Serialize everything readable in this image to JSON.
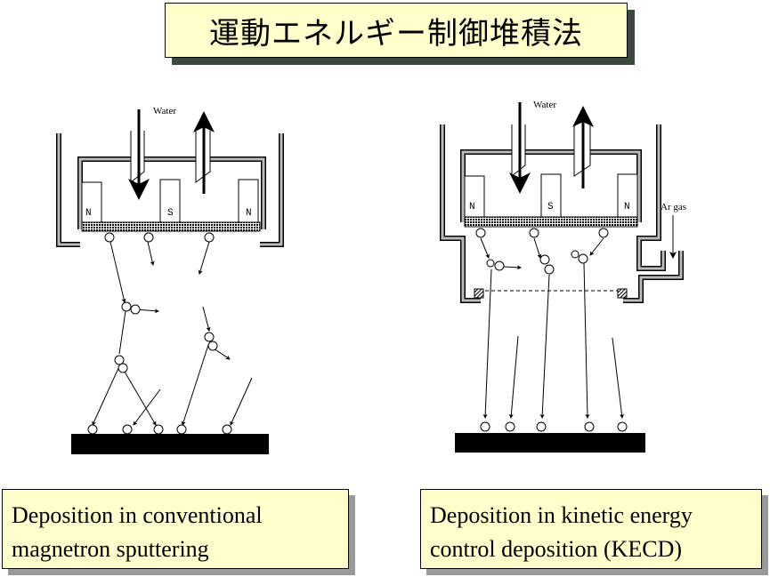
{
  "title": "運動エネルギー制御堆積法",
  "left_diagram": {
    "water_label": "Water",
    "magnets": [
      "N",
      "S",
      "N"
    ],
    "caption_line1": "Deposition in conventional",
    "caption_line2": "magnetron sputtering"
  },
  "right_diagram": {
    "water_label": "Water",
    "gas_label": "Ar gas",
    "magnets": [
      "N",
      "S",
      "N"
    ],
    "caption_line1": "Deposition in kinetic energy",
    "caption_line2": "control deposition (KECD)"
  }
}
